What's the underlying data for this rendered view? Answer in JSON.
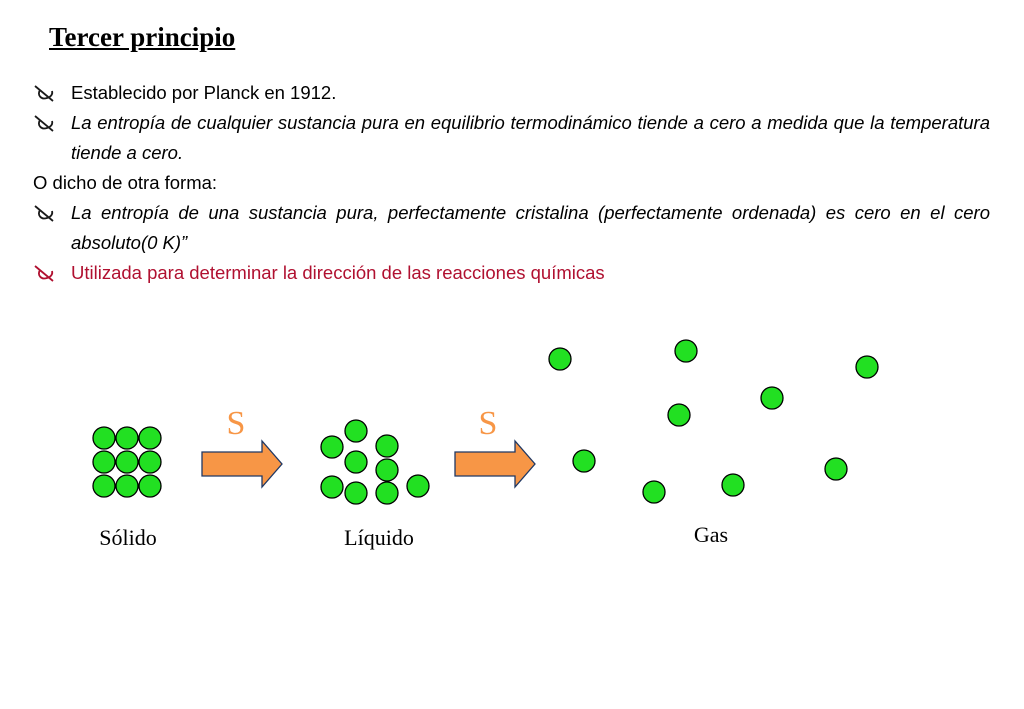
{
  "title": "Tercer principio",
  "bullets": {
    "b1": "Establecido por Planck en 1912.",
    "b2": "La entropía de cualquier sustancia pura en equilibrio termodinámico tiende a cero a medida que la temperatura tiende a cero.",
    "plain": "O dicho de otra forma:",
    "b3": "La entropía de una sustancia pura, perfectamente cristalina (perfectamente ordenada) es cero en el cero absoluto(0 K)”",
    "b4": "Utilizada para determinar la dirección de las reacciones químicas"
  },
  "diagram": {
    "labels": {
      "solid": "Sólido",
      "liquid": "Líquido",
      "gas": "Gas"
    },
    "arrow_symbol": "S",
    "colors": {
      "particle": "#22e022",
      "arrow": "#f79646",
      "symbol": "#f79646",
      "bullet_icon": "#1a1a1a",
      "red_text": "#b01030"
    }
  }
}
